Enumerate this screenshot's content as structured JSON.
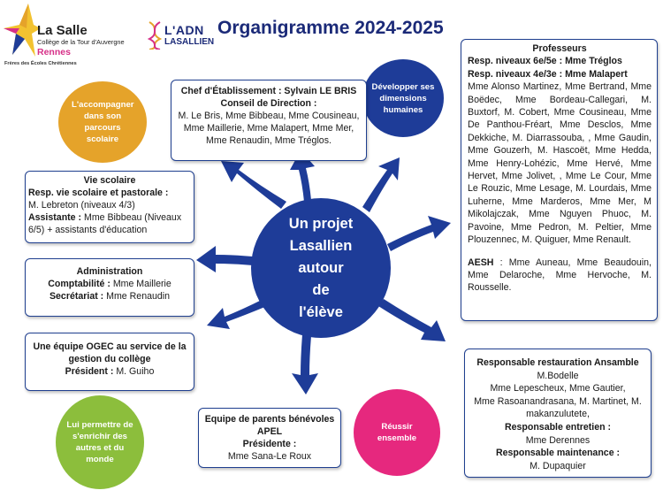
{
  "colors": {
    "navy": "#1e3c98",
    "orange": "#e5a32a",
    "green": "#8cbe3c",
    "pink": "#e6287e",
    "border": "#1f3f8f"
  },
  "header": {
    "title": "Organigramme 2024-2025",
    "logo_lasalle": {
      "name": "La Salle",
      "subtitle": "Collège de la Tour d'Auvergne",
      "city": "Rennes",
      "tagline": "Frères des Écoles Chrétiennes"
    },
    "logo_adn": {
      "line1": "L'ADN",
      "line2": "LASALLIEN"
    }
  },
  "center": {
    "line1": "Un projet",
    "line2": "Lasallien",
    "line3": "autour",
    "line4": "de",
    "line5": "l'élève"
  },
  "circles": {
    "accompagner": "L'accompagner dans son parcours scolaire",
    "developper": "Développer ses dimensions humaines",
    "enrichir": "Lui permettre de s'enrichir des autres et du monde",
    "reussir": "Réussir ensemble"
  },
  "direction": {
    "head": "Chef d'Établissement : Sylvain LE BRIS",
    "conseil": "Conseil de Direction :",
    "members": "M. Le Bris, Mme Bibbeau, Mme Cousineau, Mme Maillerie, Mme Malapert, Mme Mer, Mme Renaudin, Mme Tréglos."
  },
  "vie_scolaire": {
    "title": "Vie scolaire",
    "resp_label": "Resp. vie scolaire et pastorale :",
    "resp_value": "M. Lebreton (niveaux 4/3)",
    "assist_label": "Assistante :",
    "assist_value": " Mme Bibbeau (Niveaux 6/5)  + assistants d'éducation"
  },
  "administration": {
    "title": "Administration",
    "compta_label": "Comptabilité :",
    "compta_value": " Mme Maillerie",
    "secr_label": "Secrétariat :",
    "secr_value": " Mme Renaudin"
  },
  "ogec": {
    "title": "Une équipe OGEC au service de la gestion du collège",
    "pres_label": "Président :",
    "pres_value": " M. Guiho"
  },
  "apel": {
    "title": "Equipe de parents bénévoles APEL",
    "pres_label": "Présidente :",
    "pres_value": "Mme Sana-Le Roux"
  },
  "professeurs": {
    "title": "Professeurs",
    "resp1": "Resp. niveaux 6e/5e : Mme Tréglos",
    "resp2": "Resp. niveaux 4e/3e : Mme Malapert",
    "list": "Mme Alonso Martinez, Mme Bertrand, Mme Boëdec, Mme Bordeau-Callegari, M. Buxtorf, M. Cobert, Mme Cousineau, Mme De Panthou-Fréart, Mme Desclos, Mme Dekkiche, M. Diarrassouba, , Mme Gaudin, Mme Gouzerh, M. Hascoët,  Mme Hedda, Mme Henry-Lohézic, Mme Hervé, Mme Hervet, Mme Jolivet, , Mme Le Cour, Mme Le Rouzic, Mme Lesage, M. Lourdais, Mme Luherne, Mme Marderos, Mme Mer, M Mikolajczak,  Mme Nguyen Phuoc, M. Pavoine, Mme Pedron, M. Peltier,  Mme Plouzennec, M. Quiguer, Mme Renault.",
    "aesh_label": "AESH",
    "aesh_value": " : Mme Auneau,  Mme Beaudouin, Mme Delaroche, Mme Hervoche, M. Rousselle."
  },
  "restauration": {
    "title": "Responsable restauration  Ansamble",
    "names": "M.Bodelle\nMme Lepescheux, Mme Gautier,\nMme Rasoanandrasana, M. Martinet, M. makanzulutete,",
    "entretien_label": "Responsable entretien :",
    "entretien_value": "Mme Derennes",
    "maint_label": "Responsable maintenance :",
    "maint_value": "M. Dupaquier"
  }
}
